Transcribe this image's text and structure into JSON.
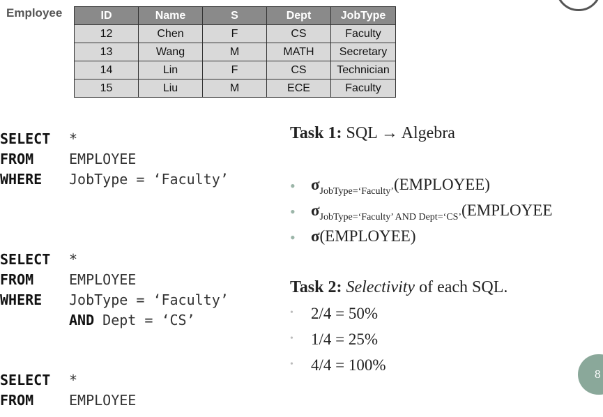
{
  "employee_table": {
    "label": "Employee",
    "columns": [
      "ID",
      "Name",
      "S",
      "Dept",
      "JobType"
    ],
    "rows": [
      [
        "12",
        "Chen",
        "F",
        "CS",
        "Faculty"
      ],
      [
        "13",
        "Wang",
        "M",
        "MATH",
        "Secretary"
      ],
      [
        "14",
        "Lin",
        "F",
        "CS",
        "Technician"
      ],
      [
        "15",
        "Liu",
        "M",
        "ECE",
        "Faculty"
      ]
    ]
  },
  "queries": [
    {
      "select_kw": "SELECT",
      "select_val": "*",
      "from_kw": "FROM",
      "from_val": "EMPLOYEE",
      "where_kw": "WHERE",
      "where_val": "JobType = ‘Faculty’"
    },
    {
      "select_kw": "SELECT",
      "select_val": "*",
      "from_kw": "FROM",
      "from_val": "EMPLOYEE",
      "where_kw": "WHERE",
      "where_val": "JobType = ‘Faculty’",
      "and_kw": "AND",
      "and_val": "Dept = ‘CS’"
    },
    {
      "select_kw": "SELECT",
      "select_val": "*",
      "from_kw": "FROM",
      "from_val": "EMPLOYEE"
    }
  ],
  "task1": {
    "label": "Task 1:",
    "text": "SQL → Algebra",
    "items": [
      {
        "sigma": "σ",
        "sub": "JobType=‘Faculty’",
        "rest": "(EMPLOYEE)"
      },
      {
        "sigma": "σ",
        "sub": "JobType=‘Faculty’ AND Dept=‘CS’",
        "rest": "(EMPLOYEE"
      },
      {
        "sigma": "σ",
        "sub": "",
        "rest": "(EMPLOYEE)"
      }
    ]
  },
  "task2": {
    "label": "Task 2:",
    "italic": "Selectivity",
    "text": "of each SQL.",
    "items": [
      "2/4 = 50%",
      "1/4 = 25%",
      "4/4 = 100%"
    ]
  },
  "page_number": "8"
}
